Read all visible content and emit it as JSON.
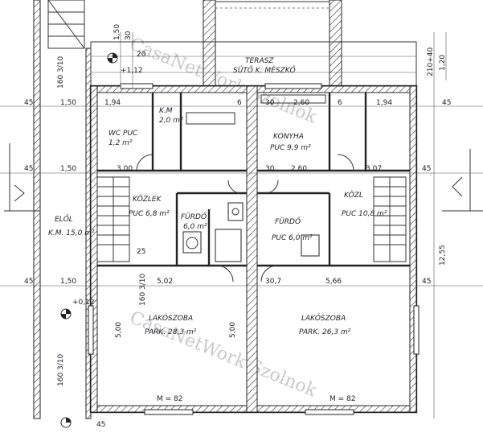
{
  "watermark": {
    "text": "CasaNetWork Szolnok"
  },
  "rooms": {
    "terrace": "TERASZ",
    "terrace_sub": "SÜTŐ K. MÉSZKŐ",
    "wc_left": "WC PUC",
    "wc_left_area": "1,2 m²",
    "kitchen": "KONYHA",
    "kitchen_area": "PUC 9,9 m²",
    "hall_left": "KÖZLEK",
    "hall_left_area": "PUC 6,8 m²",
    "hall_right": "KÖZL",
    "hall_right_area": "PUC 10,8 m²",
    "bath_left": "FÜRDŐ",
    "bath_left_area": "6,0 m²",
    "bath_right": "FÜRDŐ",
    "bath_right_area": "PUC 6,0 m²",
    "living_left": "LAKÓSZOBA",
    "living_left_area": "PARK. 28,3 m²",
    "living_right": "LAKÓSZOBA",
    "living_right_area": "PARK. 26,3 m²",
    "entry_left": "ELŐL",
    "entry_left_area": "K.M. 15,0 m²",
    "room_small": "K.M",
    "room_small_area": "2,0 m²"
  },
  "dims": {
    "d150_a": "1,50",
    "d194_a": "1,94",
    "d30_a": "30",
    "d260_a": "2,60",
    "d194_b": "1,94",
    "d45_l1": "45",
    "d45_r1": "45",
    "d45_l2": "45",
    "d150_b": "1,50",
    "d300": "3,00",
    "d30_b": "30",
    "d260_b": "2,60",
    "d307": "3,07",
    "d45_r2": "45",
    "d45_l3": "45",
    "d150_c": "1,50",
    "d502": "5,02",
    "d307_b": "30,7",
    "d566": "5,66",
    "d45_r3": "45",
    "d500_l": "5,00",
    "d500_r": "5,00",
    "d1255": "12,55",
    "d120": "1,20",
    "d210": "210+40",
    "m82_a": "M = 82",
    "m82_b": "M = 82",
    "d160_a": "160 3/10",
    "d160_b": "160 3/10",
    "d160_c": "160 3/10",
    "elev_a": "+0,12",
    "elev_b": "+1,12",
    "d150_top": "1,50",
    "d30_top": "30",
    "d20": "20",
    "d6_a": "6",
    "d6_b": "6",
    "d45_bottom": "45",
    "d25_l": "25"
  }
}
